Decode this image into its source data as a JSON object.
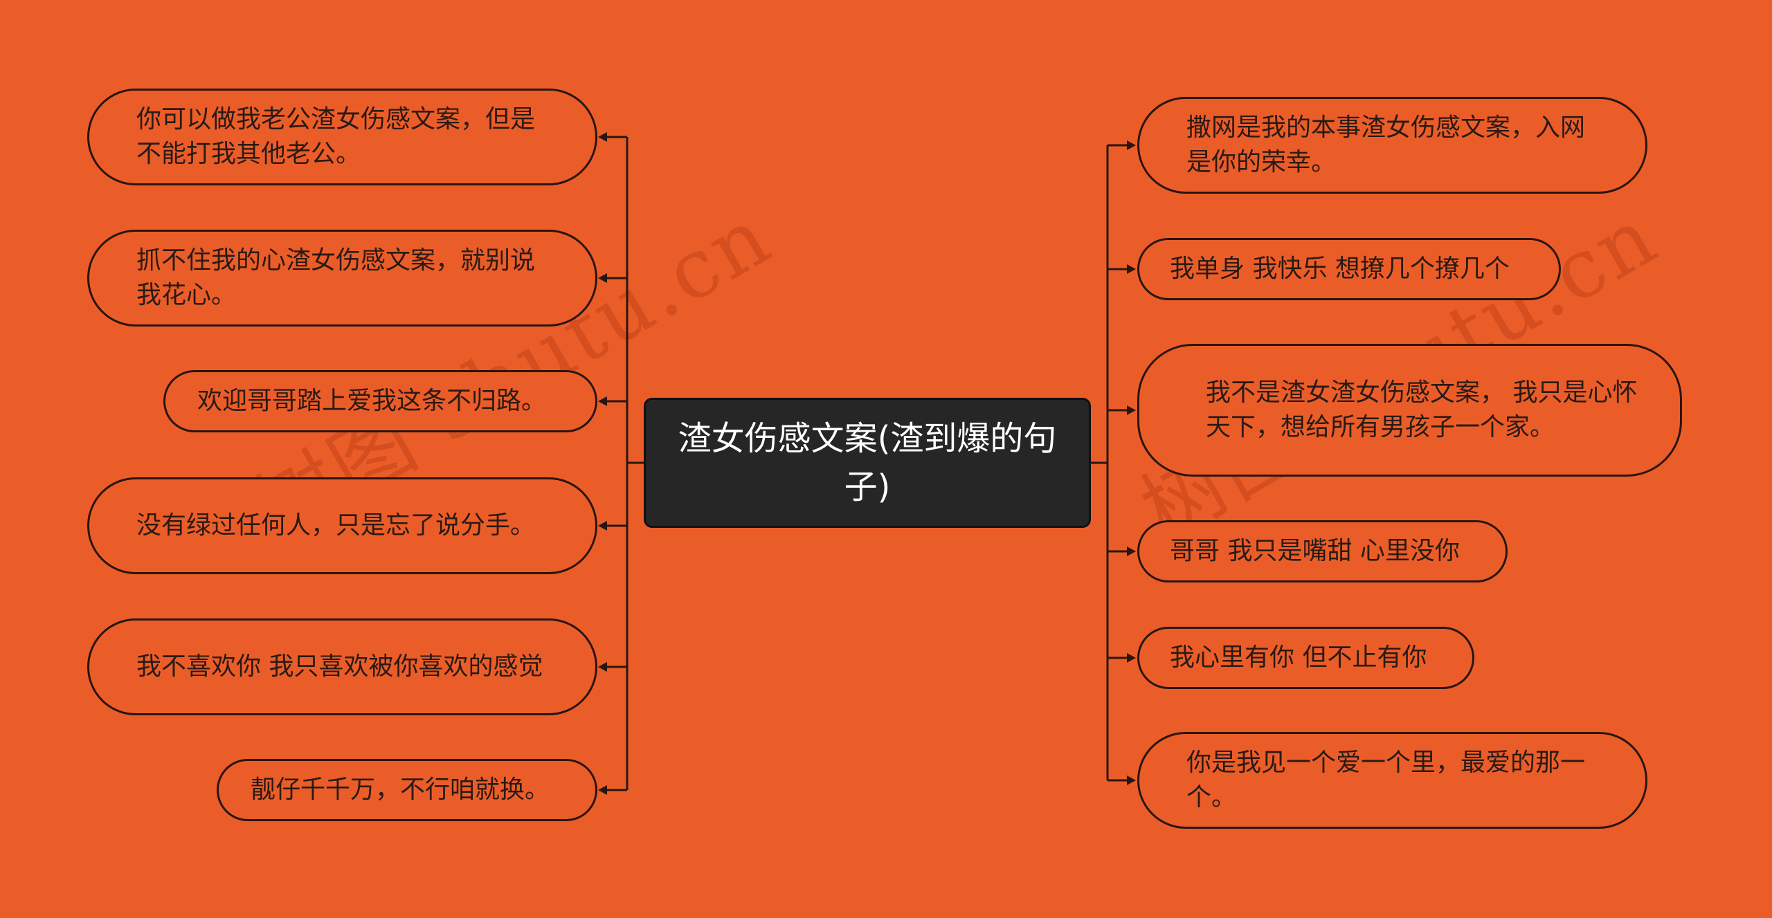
{
  "central": {
    "title": "渣女伤感文案(渣到爆的句子)"
  },
  "watermark": {
    "text": "树图 shutu.cn"
  },
  "left_nodes": [
    {
      "text": "你可以做我老公渣女伤感文案，但是不能打我其他老公。"
    },
    {
      "text": "抓不住我的心渣女伤感文案，就别说我花心。"
    },
    {
      "text": "欢迎哥哥踏上爱我这条不归路。"
    },
    {
      "text": "没有绿过任何人，只是忘了说分手。"
    },
    {
      "text": "我不喜欢你 我只喜欢被你喜欢的感觉"
    },
    {
      "text": "靓仔千千万，不行咱就换。"
    }
  ],
  "right_nodes": [
    {
      "text": "撒网是我的本事渣女伤感文案，入网是你的荣幸。"
    },
    {
      "text": "我单身 我快乐 想撩几个撩几个"
    },
    {
      "text": "我不是渣女渣女伤感文案， 我只是心怀天下，想给所有男孩子一个家。"
    },
    {
      "text": "哥哥 我只是嘴甜 心里没你"
    },
    {
      "text": "我心里有你 但不止有你"
    },
    {
      "text": "你是我见一个爱一个里，最爱的那一个。"
    }
  ]
}
